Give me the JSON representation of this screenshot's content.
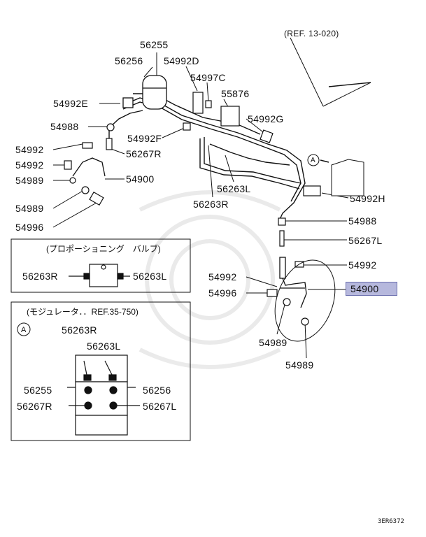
{
  "ref_main": "(REF. 13-020)",
  "parts": {
    "p56255": "56255",
    "p56256": "56256",
    "p54992D": "54992D",
    "p54997C": "54997C",
    "p55876": "55876",
    "p54992E": "54992E",
    "p54992G": "54992G",
    "p54988_top": "54988",
    "p54992F": "54992F",
    "p54992_a": "54992",
    "p56267R_top": "56267R",
    "p54992_b": "54992",
    "p54989_a": "54989",
    "p54900_top": "54900",
    "p54989_b": "54989",
    "p54996_top": "54996",
    "p56263L_top": "56263L",
    "p56263R_top": "56263R",
    "p54992H": "54992H",
    "p54988_right": "54988",
    "p56267L_right": "56267L",
    "p54992_right": "54992",
    "p54992_mid": "54992",
    "p54900_highlight": "54900",
    "p54996_mid": "54996",
    "p54989_c": "54989",
    "p54989_d": "54989"
  },
  "callout_a": "A",
  "box1": {
    "title": "(プロポーショニング　バルブ)",
    "left_label": "56263R",
    "right_label": "56263L"
  },
  "box2": {
    "title": "(モジュレータ．．REF.35-750)",
    "marker": "A",
    "l_56263R": "56263R",
    "l_56263L": "56263L",
    "l_56255": "56255",
    "l_56256": "56256",
    "l_56267R": "56267R",
    "l_56267L": "56267L"
  },
  "diagram_code": "3ER6372",
  "colors": {
    "highlight": "#b6b8dd",
    "line": "#111111"
  }
}
